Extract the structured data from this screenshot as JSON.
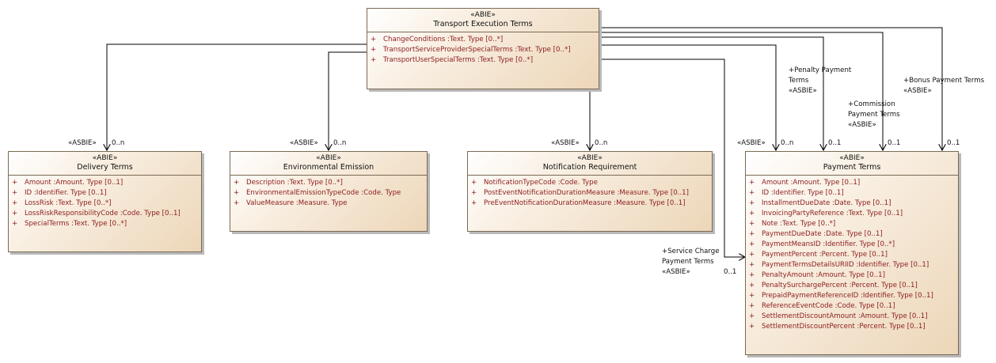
{
  "classes": {
    "transport": {
      "stereotype": "«ABIE»",
      "name": "Transport Execution Terms",
      "attributes": [
        {
          "vis": "+",
          "text": "ChangeConditions  :Text. Type [0..*]"
        },
        {
          "vis": "+",
          "text": "TransportServiceProviderSpecialTerms  :Text. Type [0..*]"
        },
        {
          "vis": "+",
          "text": "TransportUserSpecialTerms  :Text. Type [0..*]"
        }
      ]
    },
    "delivery": {
      "stereotype": "«ABIE»",
      "name": "Delivery Terms",
      "attributes": [
        {
          "vis": "+",
          "text": "Amount  :Amount. Type [0..1]"
        },
        {
          "vis": "+",
          "text": "ID  :Identifier. Type [0..1]"
        },
        {
          "vis": "+",
          "text": "LossRisk  :Text. Type [0..*]"
        },
        {
          "vis": "+",
          "text": "LossRiskResponsibilityCode  :Code. Type [0..1]"
        },
        {
          "vis": "+",
          "text": "SpecialTerms  :Text. Type [0..*]"
        }
      ]
    },
    "environmental": {
      "stereotype": "«ABIE»",
      "name": "Environmental Emission",
      "attributes": [
        {
          "vis": "+",
          "text": "Description  :Text. Type [0..*]"
        },
        {
          "vis": "+",
          "text": "EnvironmentalEmissionTypeCode  :Code. Type"
        },
        {
          "vis": "+",
          "text": "ValueMeasure  :Measure. Type"
        }
      ]
    },
    "notification": {
      "stereotype": "«ABIE»",
      "name": "Notification Requirement",
      "attributes": [
        {
          "vis": "+",
          "text": "NotificationTypeCode  :Code. Type"
        },
        {
          "vis": "+",
          "text": "PostEventNotificationDurationMeasure  :Measure. Type [0..1]"
        },
        {
          "vis": "+",
          "text": "PreEventNotificationDurationMeasure  :Measure. Type [0..1]"
        }
      ]
    },
    "payment": {
      "stereotype": "«ABIE»",
      "name": "Payment Terms",
      "attributes": [
        {
          "vis": "+",
          "text": "Amount  :Amount. Type [0..1]"
        },
        {
          "vis": "+",
          "text": "ID  :Identifier. Type [0..1]"
        },
        {
          "vis": "+",
          "text": "InstallmentDueDate  :Date. Type [0..1]"
        },
        {
          "vis": "+",
          "text": "InvoicingPartyReference  :Text. Type [0..1]"
        },
        {
          "vis": "+",
          "text": "Note  :Text. Type [0..*]"
        },
        {
          "vis": "+",
          "text": "PaymentDueDate  :Date. Type [0..1]"
        },
        {
          "vis": "+",
          "text": "PaymentMeansID  :Identifier. Type [0..*]"
        },
        {
          "vis": "+",
          "text": "PaymentPercent  :Percent. Type [0..1]"
        },
        {
          "vis": "+",
          "text": "PaymentTermsDetailsURIID  :Identifier. Type [0..1]"
        },
        {
          "vis": "+",
          "text": "PenaltyAmount  :Amount. Type [0..1]"
        },
        {
          "vis": "+",
          "text": "PenaltySurchargePercent  :Percent. Type [0..1]"
        },
        {
          "vis": "+",
          "text": "PrepaidPaymentReferenceID  :Identifier. Type [0..1]"
        },
        {
          "vis": "+",
          "text": "ReferenceEventCode  :Code. Type [0..1]"
        },
        {
          "vis": "+",
          "text": "SettlementDiscountAmount  :Amount. Type [0..1]"
        },
        {
          "vis": "+",
          "text": "SettlementDiscountPercent  :Percent. Type [0..1]"
        }
      ]
    }
  },
  "associations": {
    "delivery": {
      "stereotype": "«ASBIE»",
      "multiplicity": "0..n"
    },
    "environmental": {
      "stereotype": "«ASBIE»",
      "multiplicity": "0..n"
    },
    "notification": {
      "stereotype": "«ASBIE»",
      "multiplicity": "0..n"
    },
    "payment": {
      "stereotype": "«ASBIE»",
      "multiplicity": "0..n"
    },
    "penalty": {
      "role_line1": "+Penalty Payment",
      "role_line2": "Terms",
      "stereotype": "«ASBIE»",
      "multiplicity": "0..1"
    },
    "commission": {
      "role_line1": "+Commission",
      "role_line2": "Payment Terms",
      "stereotype": "«ASBIE»",
      "multiplicity": "0..1"
    },
    "bonus": {
      "role_line1": "+Bonus Payment Terms",
      "stereotype": "«ASBIE»",
      "multiplicity": "0..1"
    },
    "service_charge": {
      "role_line1": "+Service Charge",
      "role_line2": "Payment Terms",
      "stereotype": "«ASBIE»",
      "multiplicity": "0..1"
    }
  }
}
